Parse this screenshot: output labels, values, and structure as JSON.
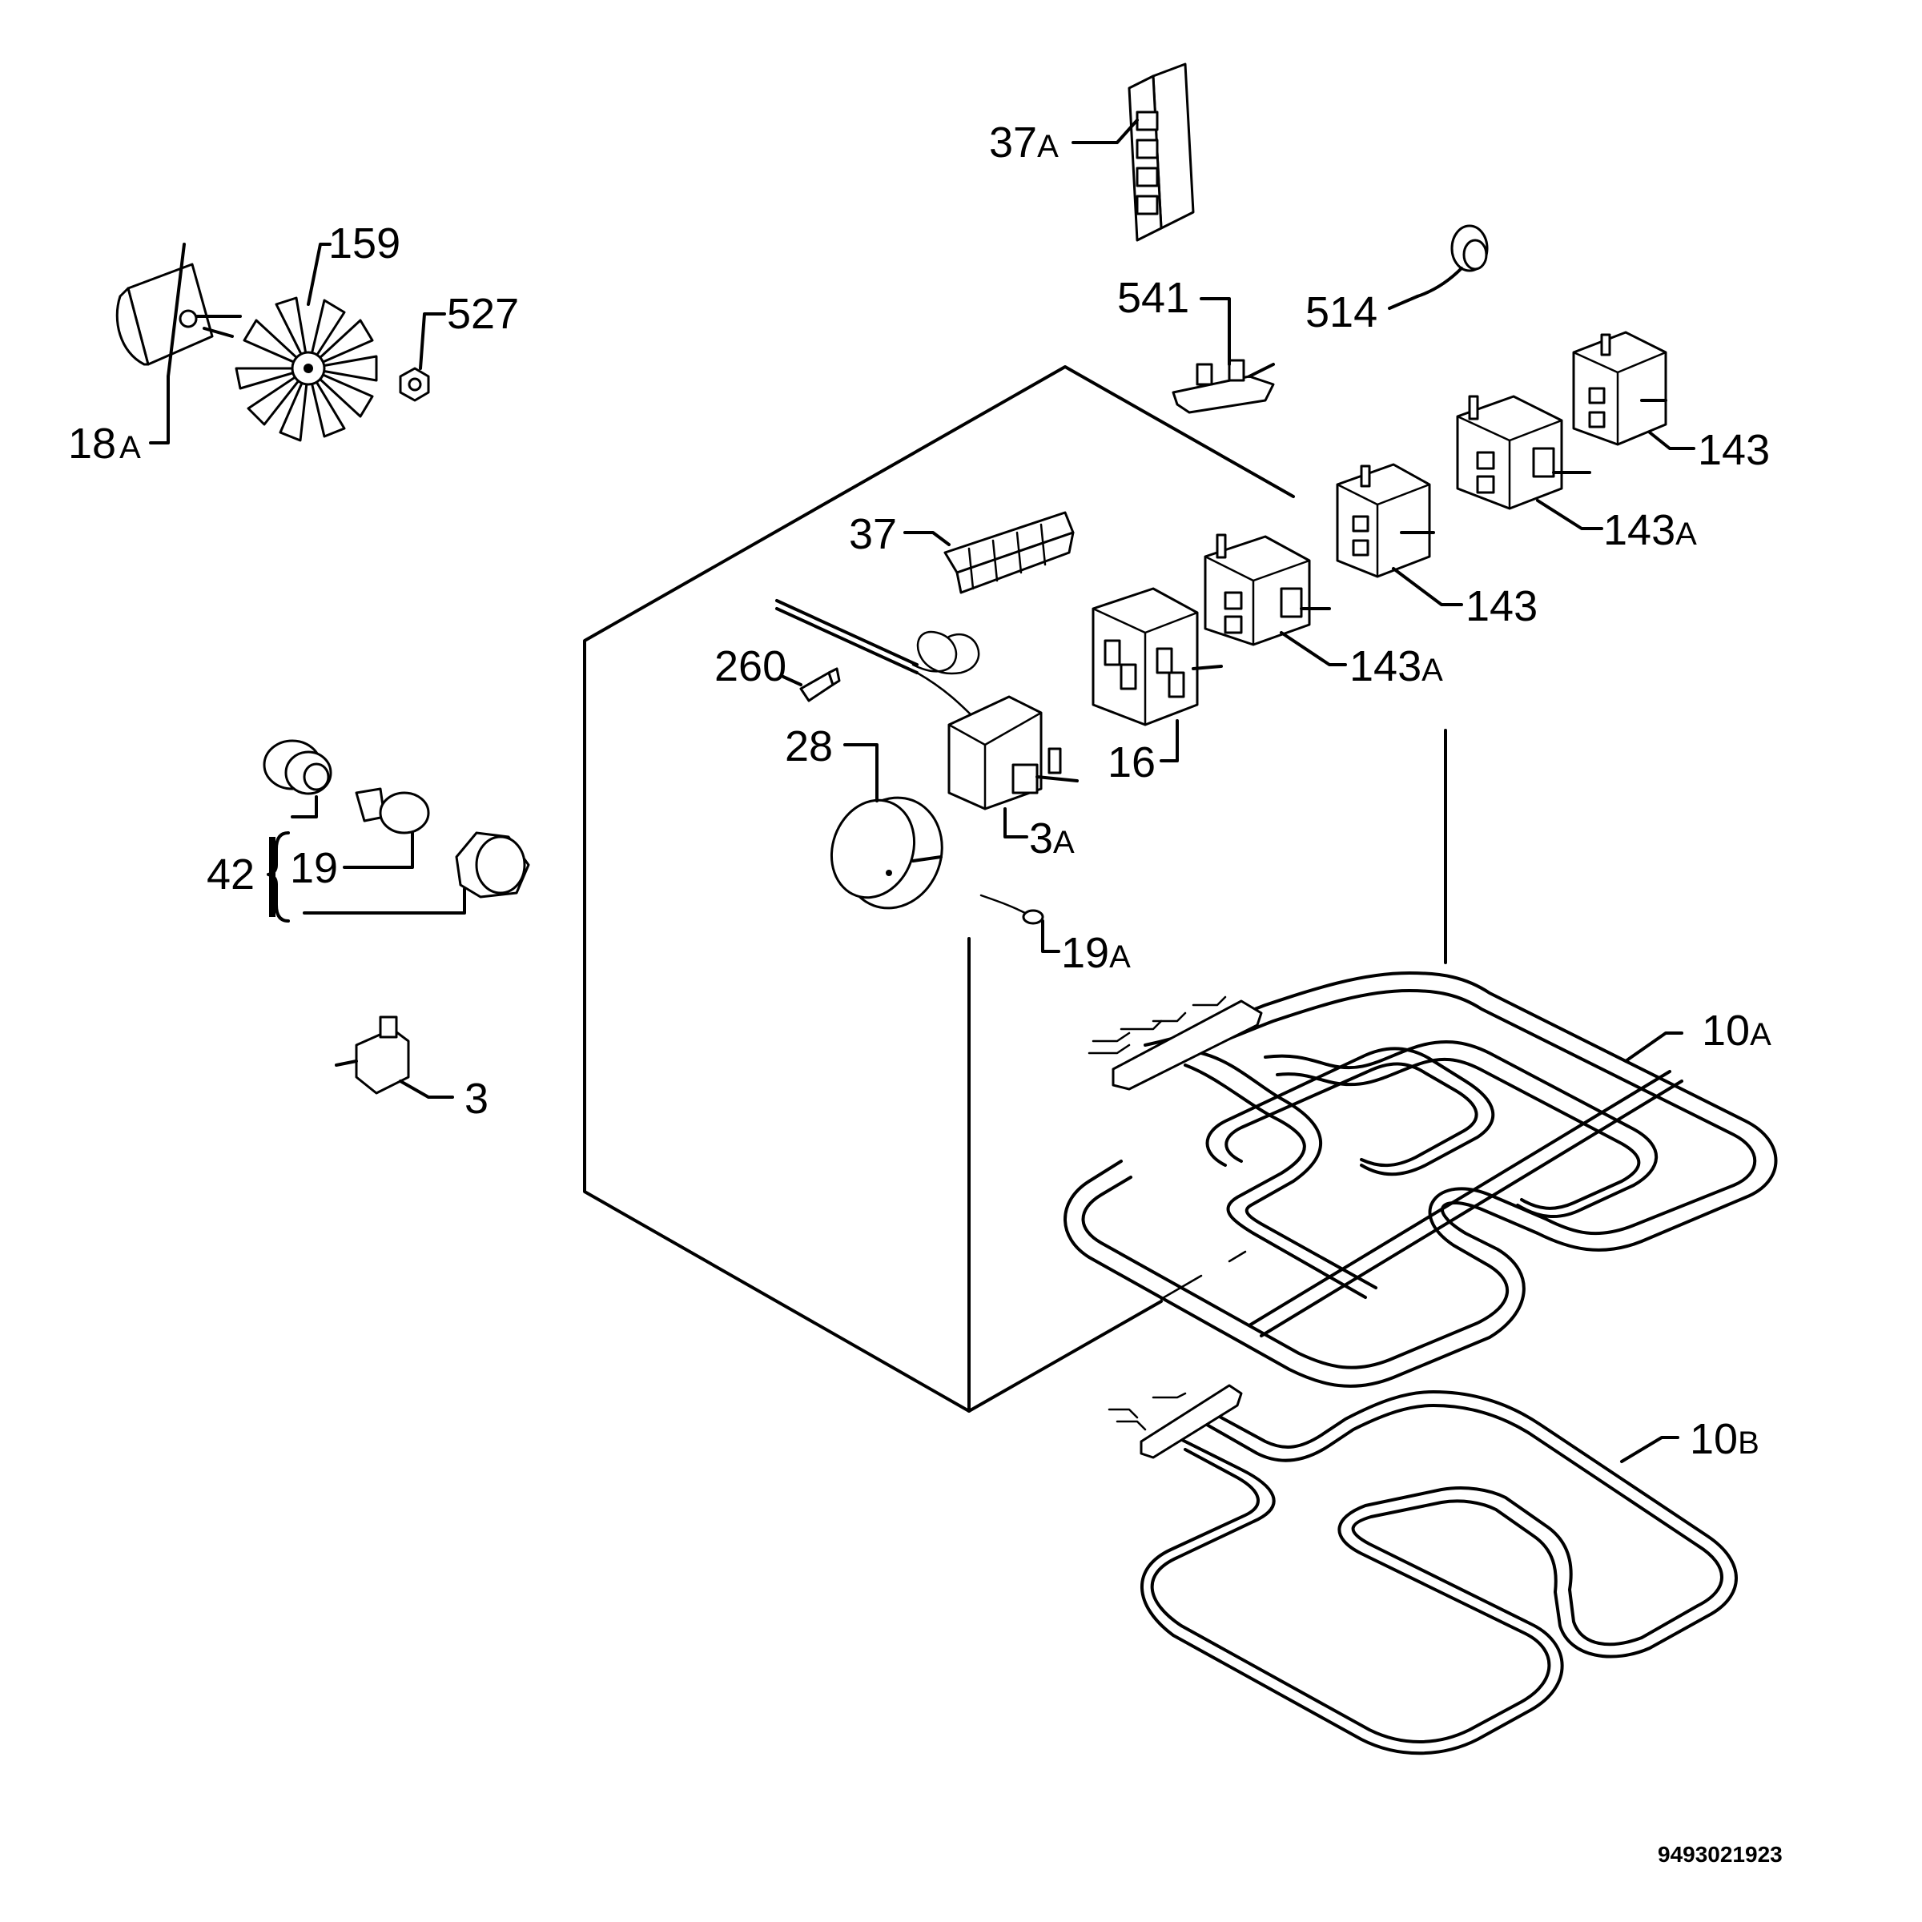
{
  "labels": {
    "p37a": {
      "num": "37",
      "suf": "A"
    },
    "p159": {
      "num": "159",
      "suf": ""
    },
    "p527": {
      "num": "527",
      "suf": ""
    },
    "p18a": {
      "num": "18",
      "suf": "A"
    },
    "p541": {
      "num": "541",
      "suf": ""
    },
    "p514": {
      "num": "514",
      "suf": ""
    },
    "p143_top": {
      "num": "143",
      "suf": ""
    },
    "p143a_top": {
      "num": "143",
      "suf": "A"
    },
    "p143_mid": {
      "num": "143",
      "suf": ""
    },
    "p143a_mid": {
      "num": "143",
      "suf": "A"
    },
    "p37": {
      "num": "37",
      "suf": ""
    },
    "p260": {
      "num": "260",
      "suf": ""
    },
    "p28": {
      "num": "28",
      "suf": ""
    },
    "p16": {
      "num": "16",
      "suf": ""
    },
    "p3a": {
      "num": "3",
      "suf": "A"
    },
    "p42": {
      "num": "42",
      "suf": ""
    },
    "p19": {
      "num": "19",
      "suf": ""
    },
    "p19a": {
      "num": "19",
      "suf": "A"
    },
    "p10a": {
      "num": "10",
      "suf": "A"
    },
    "p3": {
      "num": "3",
      "suf": ""
    },
    "p10b": {
      "num": "10",
      "suf": "B"
    }
  },
  "drawing_code": "9493021923"
}
